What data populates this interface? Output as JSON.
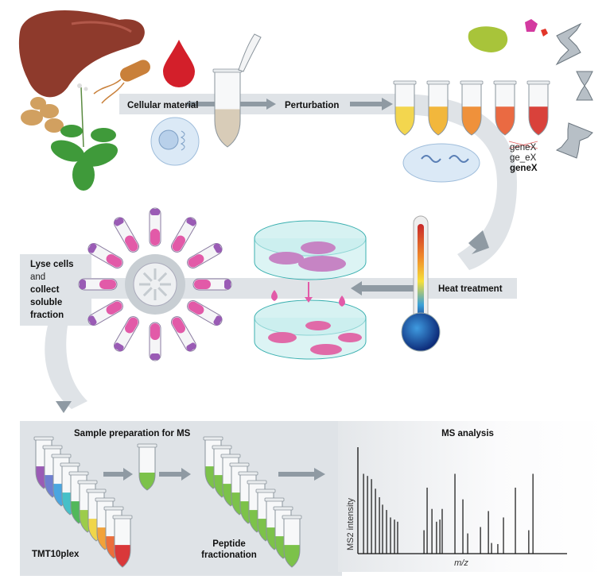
{
  "labels": {
    "cellular_material": "Cellular material",
    "perturbation": "Perturbation",
    "gene_struck": "geneX",
    "gene_edited": "ge_eX",
    "gene_bold": "geneX",
    "heat_treatment": "Heat treatment",
    "lyse_1": "Lyse cells",
    "lyse_2": "and",
    "lyse_3": "collect",
    "lyse_4": "soluble",
    "lyse_5": "fraction",
    "sample_prep": "Sample preparation for MS",
    "tmt": "TMT10plex",
    "peptide_1": "Peptide",
    "peptide_2": "fractionation",
    "ms_analysis": "MS analysis"
  },
  "colors": {
    "band": "#dfe3e7",
    "arrow": "#8f9aa3",
    "perturbation_tubes": [
      "#f3d64e",
      "#f2b73c",
      "#ef913b",
      "#ea6a42",
      "#d9423b"
    ],
    "tmt_tubes": [
      "#9a5bb5",
      "#6f7fd0",
      "#4aa6e0",
      "#46c0c8",
      "#52b85a",
      "#9ccc4a",
      "#f0d64a",
      "#f2a23a",
      "#ec6e3c",
      "#d9383a"
    ],
    "fraction_tube": "#7cc24a",
    "pink": "#e25aa8"
  },
  "chart_data": {
    "type": "bar",
    "title": "MS analysis",
    "xlabel": "m/z",
    "ylabel": "MS2 intensity",
    "xlim": [
      0,
      100
    ],
    "ylim": [
      0,
      1
    ],
    "grid": false,
    "peaks": [
      {
        "mz": 2.7,
        "intensity": 0.75
      },
      {
        "mz": 4.6,
        "intensity": 0.73
      },
      {
        "mz": 6.5,
        "intensity": 0.7
      },
      {
        "mz": 8.4,
        "intensity": 0.61
      },
      {
        "mz": 10.3,
        "intensity": 0.53
      },
      {
        "mz": 11.8,
        "intensity": 0.46
      },
      {
        "mz": 13.7,
        "intensity": 0.41
      },
      {
        "mz": 15.6,
        "intensity": 0.34
      },
      {
        "mz": 17.5,
        "intensity": 0.32
      },
      {
        "mz": 19.0,
        "intensity": 0.3
      },
      {
        "mz": 31.6,
        "intensity": 0.22
      },
      {
        "mz": 33.1,
        "intensity": 0.62
      },
      {
        "mz": 35.4,
        "intensity": 0.42
      },
      {
        "mz": 37.6,
        "intensity": 0.3
      },
      {
        "mz": 39.2,
        "intensity": 0.32
      },
      {
        "mz": 40.3,
        "intensity": 0.42
      },
      {
        "mz": 46.4,
        "intensity": 0.75
      },
      {
        "mz": 50.2,
        "intensity": 0.51
      },
      {
        "mz": 52.5,
        "intensity": 0.19
      },
      {
        "mz": 58.6,
        "intensity": 0.25
      },
      {
        "mz": 62.4,
        "intensity": 0.4
      },
      {
        "mz": 63.9,
        "intensity": 0.1
      },
      {
        "mz": 66.9,
        "intensity": 0.09
      },
      {
        "mz": 69.6,
        "intensity": 0.34
      },
      {
        "mz": 75.3,
        "intensity": 0.62
      },
      {
        "mz": 81.7,
        "intensity": 0.22
      },
      {
        "mz": 83.7,
        "intensity": 0.75
      }
    ]
  }
}
